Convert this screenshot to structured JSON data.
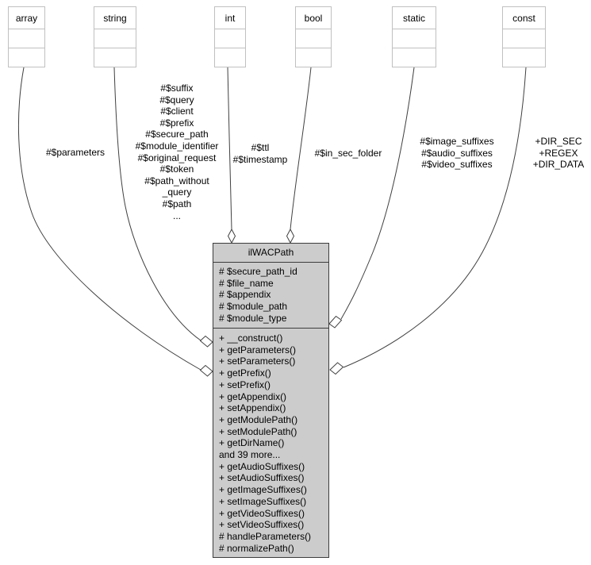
{
  "diagram": {
    "main_class": {
      "name": "ilWACPath",
      "attributes": [
        "# $secure_path_id",
        "# $file_name",
        "# $appendix",
        "# $module_path",
        "# $module_type"
      ],
      "methods": [
        "+ __construct()",
        "+ getParameters()",
        "+ setParameters()",
        "+ getPrefix()",
        "+ setPrefix()",
        "+ getAppendix()",
        "+ setAppendix()",
        "+ getModulePath()",
        "+ setModulePath()",
        "+ getDirName()",
        "and 39 more...",
        "+ getAudioSuffixes()",
        "+ setAudioSuffixes()",
        "+ getImageSuffixes()",
        "+ setImageSuffixes()",
        "+ getVideoSuffixes()",
        "+ setVideoSuffixes()",
        "# handleParameters()",
        "# normalizePath()"
      ]
    },
    "type_boxes": [
      {
        "name": "array"
      },
      {
        "name": "string"
      },
      {
        "name": "int"
      },
      {
        "name": "bool"
      },
      {
        "name": "static"
      },
      {
        "name": "const"
      }
    ],
    "edge_labels": {
      "array": [
        "#$parameters"
      ],
      "string": [
        "#$suffix",
        "#$query",
        "#$client",
        "#$prefix",
        "#$secure_path",
        "#$module_identifier",
        "#$original_request",
        "#$token",
        "#$path_without",
        "_query",
        "#$path",
        "..."
      ],
      "int": [
        "#$ttl",
        "#$timestamp"
      ],
      "bool": [
        "#$in_sec_folder"
      ],
      "static": [
        "#$image_suffixes",
        "#$audio_suffixes",
        "#$video_suffixes"
      ],
      "const": [
        "+DIR_SEC",
        "+REGEX",
        "+DIR_DATA"
      ]
    },
    "colors": {
      "background": "#ffffff",
      "class_fill": "#cccccc",
      "class_border": "#3c3c3c",
      "type_box_fill": "#ffffff",
      "type_box_border": "#c0c0c0",
      "edge_color": "#404040",
      "text_color": "#000000"
    }
  }
}
